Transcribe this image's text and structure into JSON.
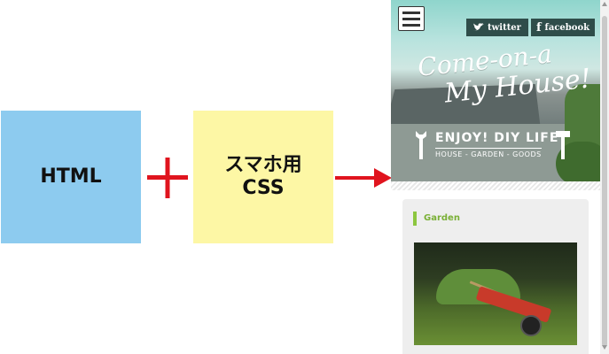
{
  "diagram": {
    "html_box": {
      "label": "HTML"
    },
    "css_box": {
      "line1": "スマホ用",
      "line2": "CSS"
    },
    "plus_symbol": "+",
    "arrow": "→"
  },
  "phone": {
    "menu_icon": "hamburger-icon",
    "social": {
      "twitter_label": "twitter",
      "facebook_label": "facebook"
    },
    "hero": {
      "title_line1": "Come-on-a",
      "title_line2": "My House!",
      "tagline": "ENJOY! DIY LIFE",
      "subline": "HOUSE - GARDEN - GOODS"
    },
    "card": {
      "title": "Garden"
    }
  },
  "colors": {
    "html_box": "#8dcbef",
    "css_box": "#fdf7a5",
    "accent_red": "#e0141e",
    "garden_green": "#8cc63f"
  }
}
